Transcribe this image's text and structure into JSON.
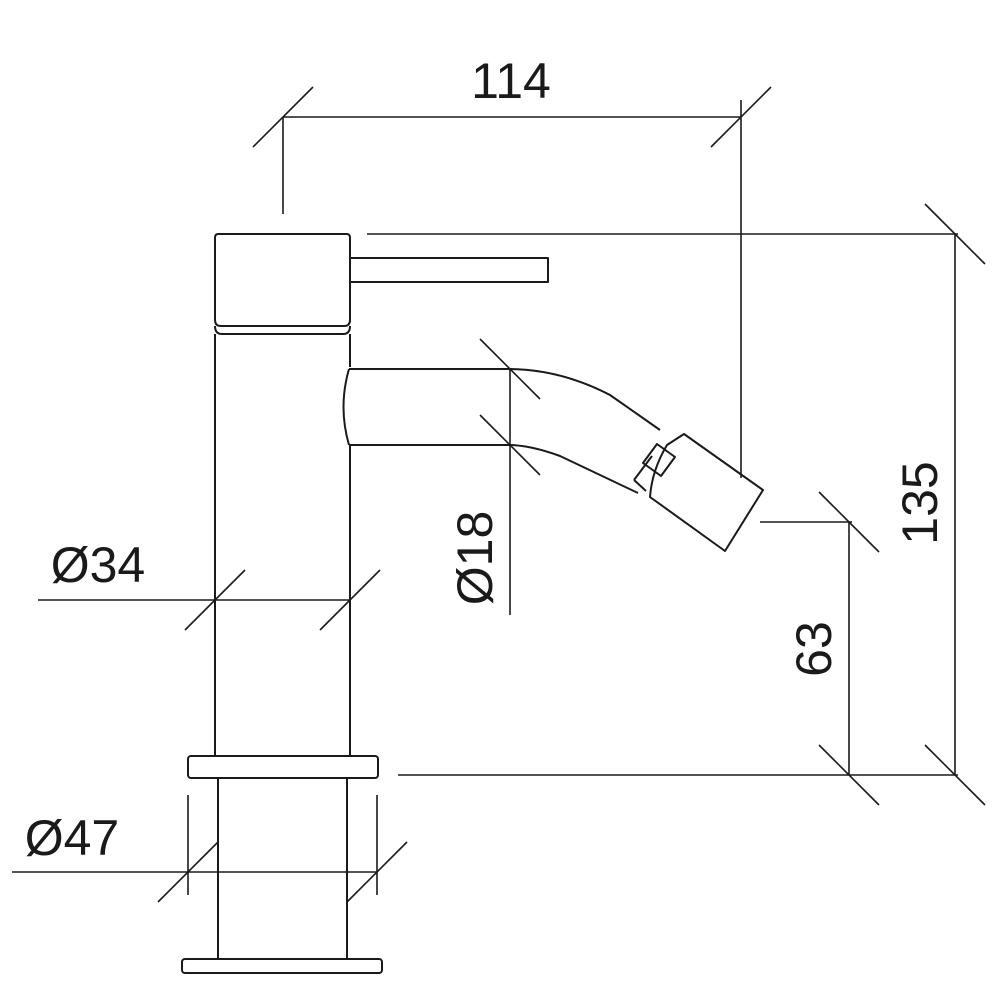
{
  "dimensions": {
    "overall_width": "114",
    "overall_height": "135",
    "spout_height": "63",
    "spout_diameter": "Ø18",
    "body_diameter": "Ø34",
    "base_diameter": "Ø47"
  }
}
